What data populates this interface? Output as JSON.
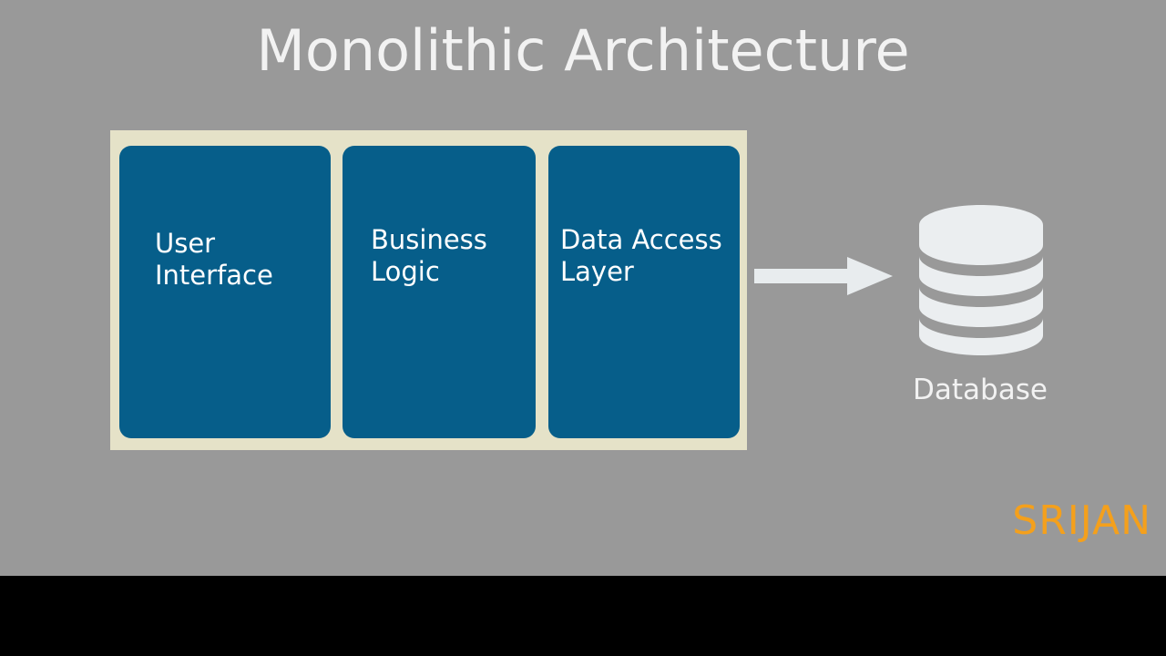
{
  "slide": {
    "title": "Monolithic Architecture",
    "background_color": "#999999",
    "footer_bar_color": "#000000"
  },
  "diagram": {
    "type": "architecture-diagram",
    "container": {
      "name": "monolith-container",
      "fill_color": "#E5E2C8"
    },
    "layers": [
      {
        "id": "user-interface",
        "label": "User\nInterface",
        "fill_color": "#065E8A",
        "text_color": "#FFFFFF"
      },
      {
        "id": "business-logic",
        "label": "Business\nLogic",
        "fill_color": "#065E8A",
        "text_color": "#FFFFFF"
      },
      {
        "id": "data-access-layer",
        "label": "Data Access\nLayer",
        "fill_color": "#065E8A",
        "text_color": "#FFFFFF"
      }
    ],
    "connector": {
      "id": "monolith-to-database-arrow",
      "direction": "right",
      "color": "#E8ECEE",
      "from": "data-access-layer",
      "to": "database"
    },
    "database": {
      "id": "database",
      "label": "Database",
      "icon": "database-cylinder-icon",
      "fill_color": "#EBEEF0",
      "segments": 4,
      "label_color": "#F2F2F2"
    }
  },
  "brand": {
    "name": "SRIJAN",
    "color": "#F4A01C"
  }
}
